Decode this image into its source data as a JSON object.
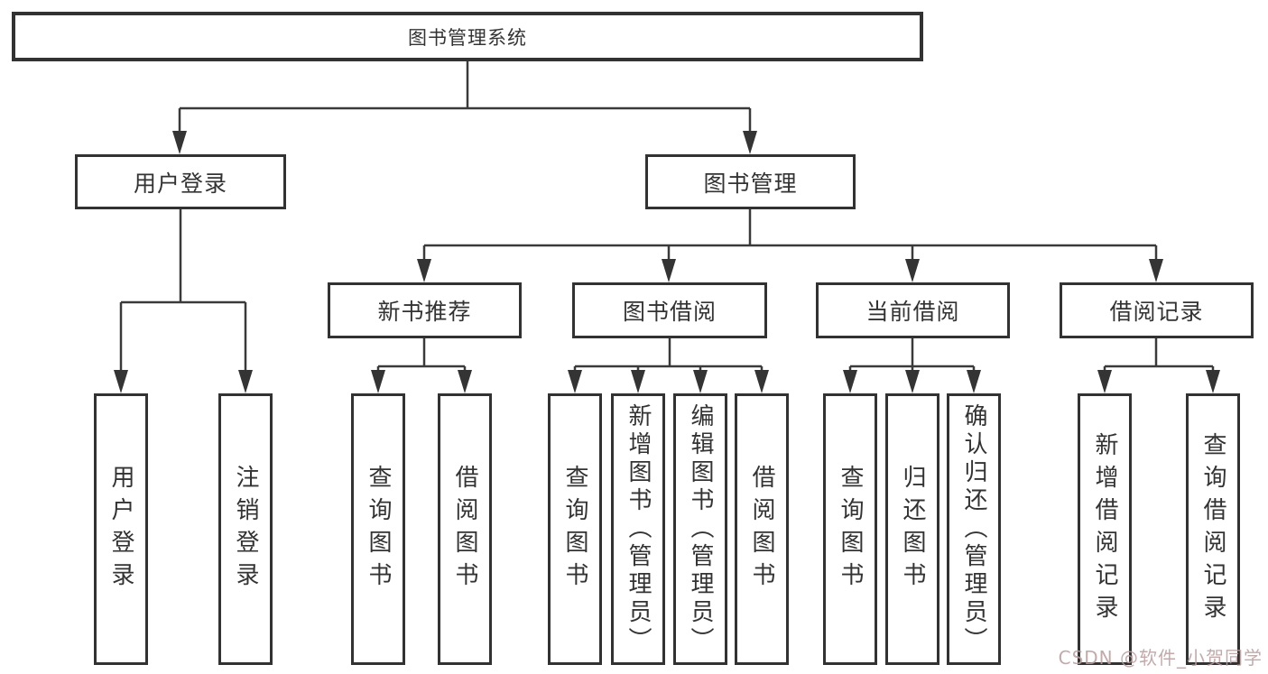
{
  "tree": {
    "root": "图书管理系统",
    "children": [
      {
        "label": "用户登录",
        "children": [
          "用户登录",
          "注销登录"
        ]
      },
      {
        "label": "图书管理",
        "children": [
          {
            "label": "新书推荐",
            "children": [
              "查询图书",
              "借阅图书"
            ]
          },
          {
            "label": "图书借阅",
            "children": [
              "查询图书",
              "新增图书（管理员）",
              "编辑图书（管理员）",
              "借阅图书"
            ]
          },
          {
            "label": "当前借阅",
            "children": [
              "查询图书",
              "归还图书",
              "确认归还（管理员）"
            ]
          },
          {
            "label": "借阅记录",
            "children": [
              "新增借阅记录",
              "查询借阅记录"
            ]
          }
        ]
      }
    ]
  },
  "watermark": {
    "text": "CSDN @软件_小贺同学",
    "color": "#bc9e9e"
  },
  "colors": {
    "line": "#3a3a3a",
    "box_border": "#323232",
    "text": "#333333",
    "background": "#ffffff"
  }
}
